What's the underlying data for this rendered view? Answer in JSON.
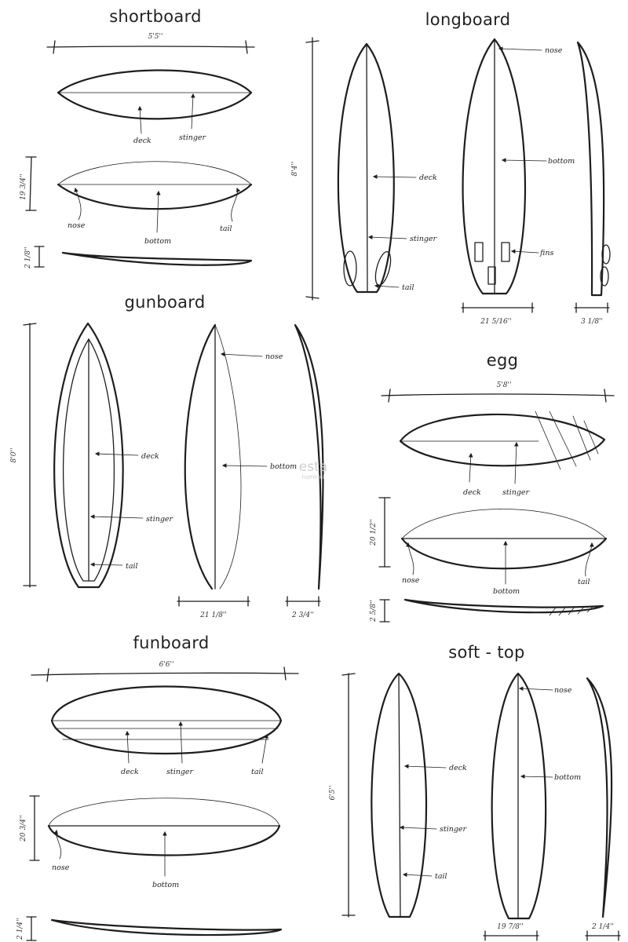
{
  "titles": {
    "shortboard": "shortboard",
    "longboard": "longboard",
    "gunboard": "gunboard",
    "egg": "egg",
    "funboard": "funboard",
    "softtop": "soft - top"
  },
  "dimensions": {
    "shortboard_length": "5'5''",
    "shortboard_width": "19 3/4''",
    "shortboard_thickness": "2 1/8''",
    "longboard_length": "8'4''",
    "longboard_width": "21 5/16''",
    "longboard_thickness": "3 1/8''",
    "gunboard_length": "8'0''",
    "gunboard_width": "21 1/8''",
    "gunboard_thickness": "2 3/4''",
    "egg_length": "5'8''",
    "egg_width": "20 1/2''",
    "egg_thickness": "2 5/8''",
    "funboard_length": "6'6''",
    "funboard_width": "20 3/4''",
    "funboard_thickness": "2 1/4''",
    "softtop_length": "6'5''",
    "softtop_width": "19 7/8''",
    "softtop_thickness": "2 1/4''"
  },
  "labels": {
    "deck": "deck",
    "stinger": "stinger",
    "nose": "nose",
    "bottom": "bottom",
    "tail": "tail",
    "fins": "fins"
  },
  "watermark": {
    "brand": "esta",
    "site": "home.nl"
  },
  "colors": {
    "line": "#1e1e1e",
    "background": "#ffffff",
    "watermark": "#cfcfcf"
  }
}
